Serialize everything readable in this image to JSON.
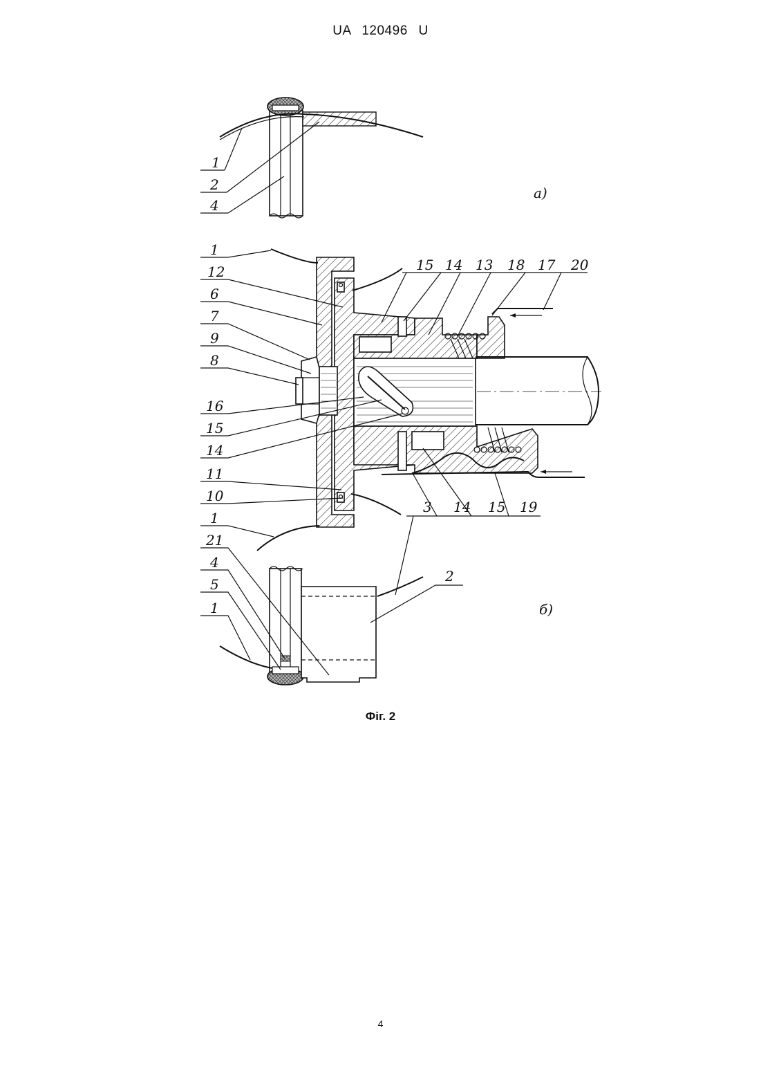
{
  "header": {
    "text": "UA  120496  U"
  },
  "figure": {
    "caption": "Фіг. 2",
    "views": [
      {
        "id": "a",
        "label": "a)"
      },
      {
        "id": "b",
        "label": "б)"
      }
    ],
    "callouts_a": [
      "1",
      "2",
      "4"
    ],
    "callouts_b_left": [
      "1",
      "12",
      "6",
      "7",
      "9",
      "8",
      "16",
      "15",
      "14",
      "11",
      "10",
      "1",
      "21",
      "4",
      "5",
      "1"
    ],
    "callouts_b_top": [
      "15",
      "14",
      "13",
      "18",
      "17",
      "20"
    ],
    "callouts_b_bottom": [
      "3",
      "14",
      "15",
      "19"
    ],
    "callouts_b_right": [
      "2"
    ]
  },
  "page": {
    "number": "4"
  }
}
